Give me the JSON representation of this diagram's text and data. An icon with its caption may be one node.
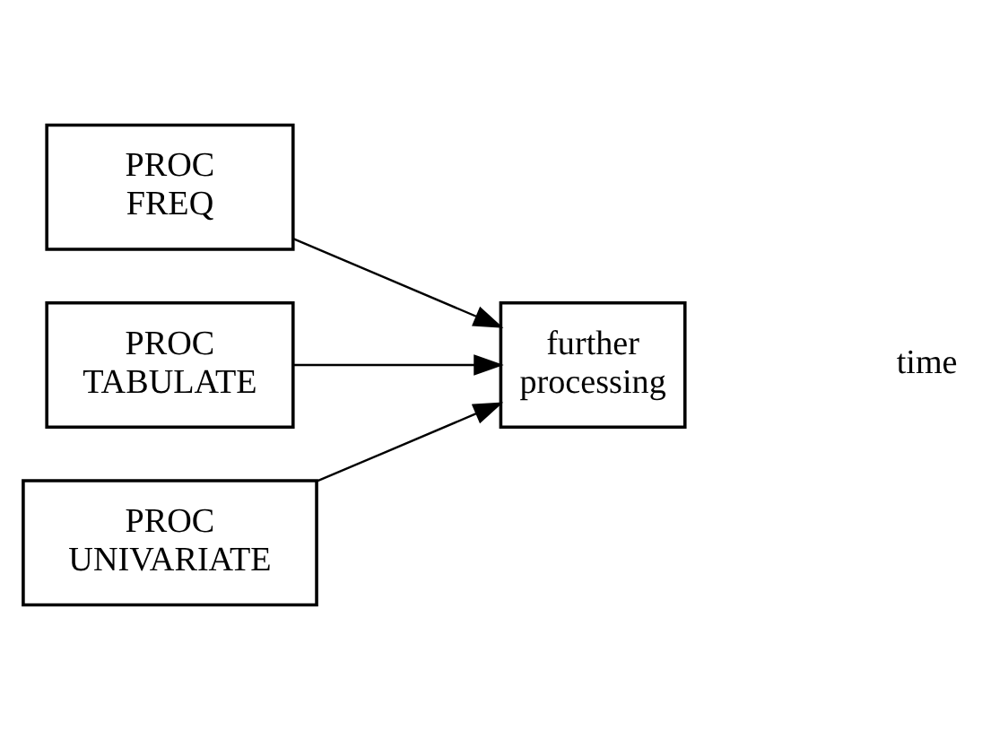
{
  "diagram": {
    "nodes": [
      {
        "text": [
          "PROC FREQ"
        ]
      },
      {
        "text": [
          "PROC TABULATE"
        ]
      },
      {
        "text": [
          "PROC UNIVARIATE"
        ]
      },
      {
        "text": [
          "further processing"
        ]
      }
    ],
    "edges": [
      {
        "from": 0,
        "to": 3,
        "arrow": "to"
      },
      {
        "from": 1,
        "to": 3,
        "arrow": "to"
      },
      {
        "from": 2,
        "to": 3,
        "arrow": "to"
      }
    ],
    "labels": [
      "time"
    ]
  }
}
